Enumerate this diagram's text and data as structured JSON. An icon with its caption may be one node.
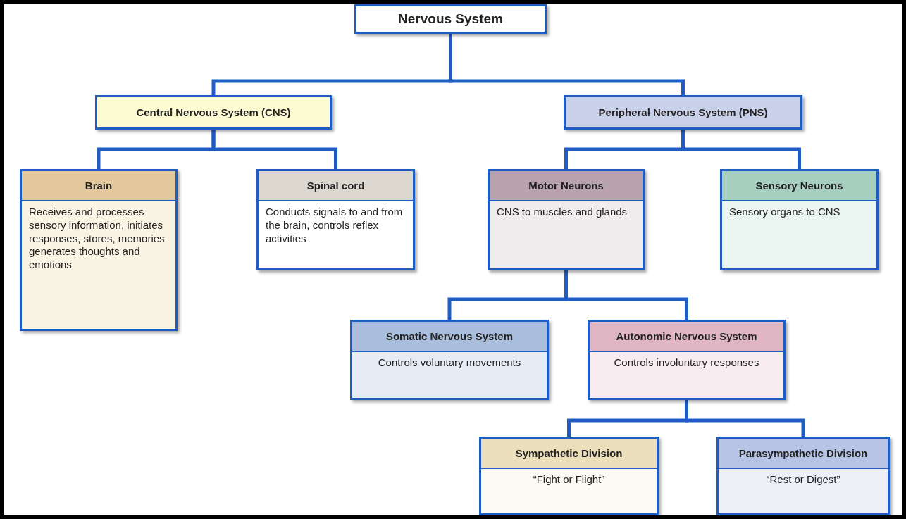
{
  "diagram": {
    "nodes": [
      {
        "text": [
          "Nervous System"
        ]
      },
      {
        "text": [
          "Central Nervous System (CNS)"
        ]
      },
      {
        "text": [
          "Peripheral Nervous System (PNS)"
        ]
      },
      {
        "text": [
          "Brain",
          "Receives and processes sensory information, initiates responses, stores, memories generates thoughts and emotions"
        ]
      },
      {
        "text": [
          "Spinal cord",
          "Conducts signals to and from the brain, controls reflex activities"
        ]
      },
      {
        "text": [
          "Motor Neurons",
          "CNS to muscles and glands"
        ]
      },
      {
        "text": [
          "Sensory Neurons",
          "Sensory organs to CNS"
        ]
      },
      {
        "text": [
          "Somatic Nervous System",
          "Controls voluntary movements"
        ]
      },
      {
        "text": [
          "Autonomic Nervous System",
          "Controls involuntary responses"
        ]
      },
      {
        "text": [
          "Sympathetic Division",
          "“Fight or Flight”"
        ]
      },
      {
        "text": [
          "Parasympathetic Division",
          "“Rest or Digest”"
        ]
      }
    ],
    "edges": [
      {
        "from": 0,
        "to": 1,
        "arrow": "none"
      },
      {
        "from": 0,
        "to": 2,
        "arrow": "none"
      },
      {
        "from": 1,
        "to": 3,
        "arrow": "none"
      },
      {
        "from": 1,
        "to": 4,
        "arrow": "none"
      },
      {
        "from": 2,
        "to": 5,
        "arrow": "none"
      },
      {
        "from": 2,
        "to": 6,
        "arrow": "none"
      },
      {
        "from": 5,
        "to": 7,
        "arrow": "none"
      },
      {
        "from": 5,
        "to": 8,
        "arrow": "none"
      },
      {
        "from": 8,
        "to": 9,
        "arrow": "none"
      },
      {
        "from": 8,
        "to": 10,
        "arrow": "none"
      }
    ]
  }
}
